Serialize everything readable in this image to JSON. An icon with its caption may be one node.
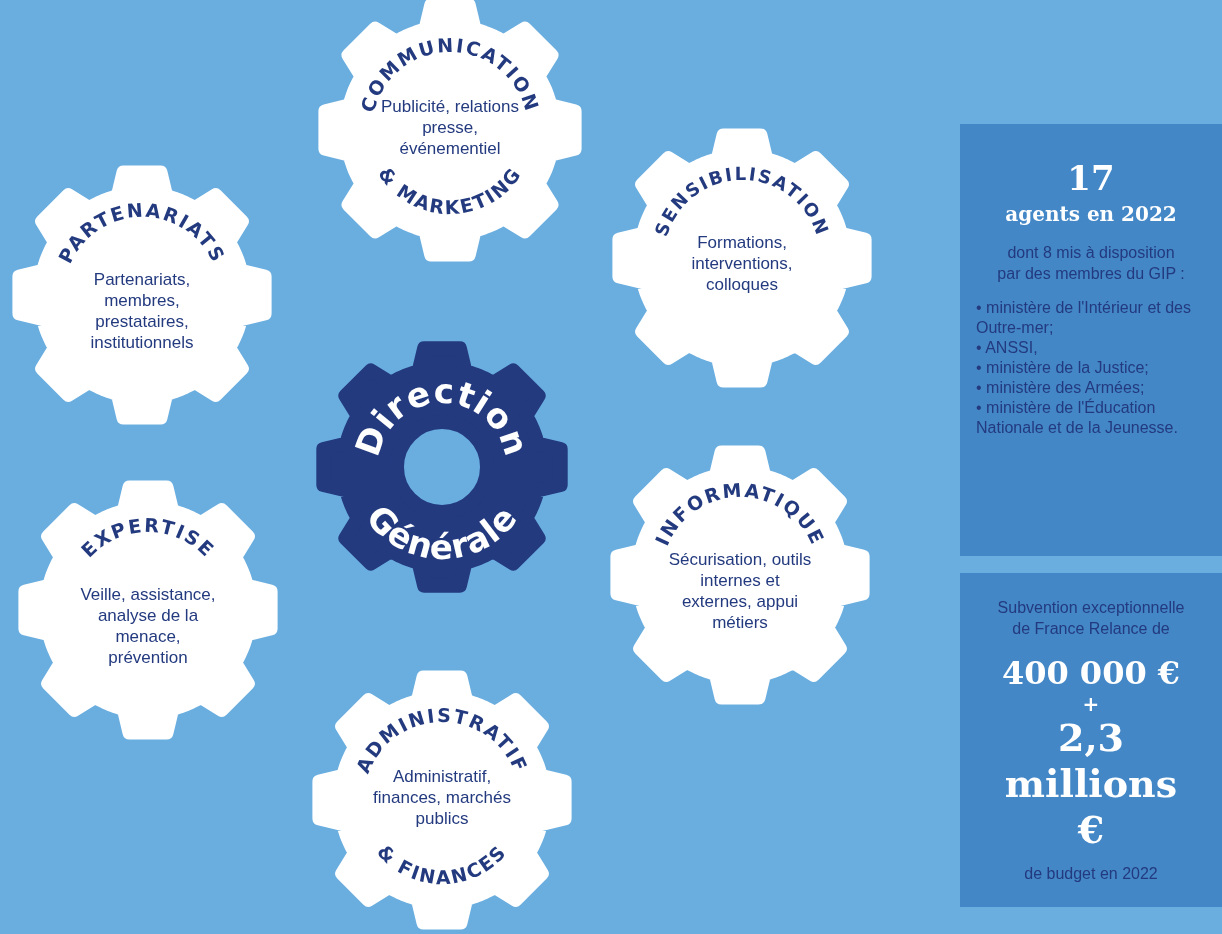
{
  "diagram": {
    "nodes": [
      {
        "text": [
          "COMMUNICATION",
          "Publicité, relations presse, événementiel",
          "& MARKETING"
        ]
      },
      {
        "text": [
          "PARTENARIATS",
          "Partenariats, membres, prestataires, institutionnels"
        ]
      },
      {
        "text": [
          "SENSIBILISATION",
          "Formations, interventions, colloques"
        ]
      },
      {
        "text": [
          "Direction",
          "Générale"
        ]
      },
      {
        "text": [
          "EXPERTISE",
          "Veille, assistance, analyse de la menace, prévention"
        ]
      },
      {
        "text": [
          "INFORMATIQUE",
          "Sécurisation, outils internes et externes, appui métiers"
        ]
      },
      {
        "text": [
          "ADMINISTRATIF",
          "Administratif, finances, marchés publics",
          "& FINANCES"
        ]
      },
      {
        "text": [
          "17",
          "agents en 2022",
          "dont 8 mis à disposition par des membres du GIP :",
          "• ministère de l'Intérieur et des Outre-mer;",
          "• ANSSI,",
          "• ministère de la Justice;",
          "• ministère des Armées;",
          "• ministère de l'Éducation Nationale et de la Jeunesse."
        ]
      },
      {
        "text": [
          "Subvention exceptionnelle de France Relance de",
          "400 000 €",
          "+",
          "2,3 millions €",
          "de budget en 2022"
        ]
      }
    ]
  }
}
